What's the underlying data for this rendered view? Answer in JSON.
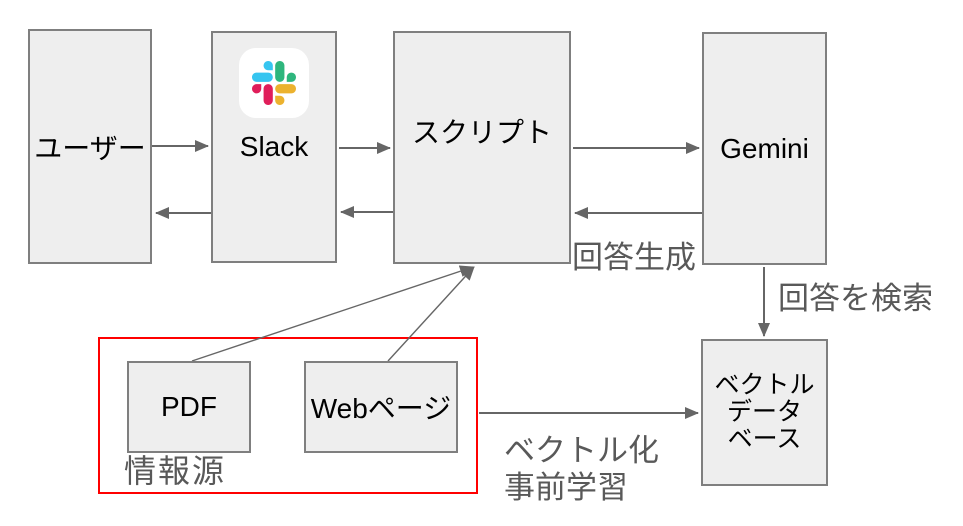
{
  "diagram": {
    "title": "",
    "nodes": {
      "user": {
        "label": "ユーザー"
      },
      "slack": {
        "label": "Slack"
      },
      "script": {
        "label": "スクリプト"
      },
      "gemini": {
        "label": "Gemini"
      },
      "pdf": {
        "label": "PDF"
      },
      "webpage": {
        "label": "Webページ"
      },
      "vector_db": {
        "label_lines": [
          "ベクトル",
          "データ",
          "ベース"
        ]
      }
    },
    "group": {
      "label": "情報源"
    },
    "edge_labels": {
      "answer_generation": "回答生成",
      "search_answer": "回答を検索",
      "vectorize": "ベクトル化",
      "pretrain": "事前学習"
    },
    "edges": [
      {
        "from": "user",
        "to": "slack"
      },
      {
        "from": "slack",
        "to": "user"
      },
      {
        "from": "slack",
        "to": "script"
      },
      {
        "from": "script",
        "to": "slack"
      },
      {
        "from": "script",
        "to": "gemini"
      },
      {
        "from": "gemini",
        "to": "script",
        "label": "回答生成"
      },
      {
        "from": "gemini",
        "to": "vector_db",
        "label": "回答を検索"
      },
      {
        "from": "information_sources",
        "to": "vector_db",
        "label": "ベクトル化 事前学習"
      },
      {
        "from": "pdf",
        "to": "script"
      },
      {
        "from": "webpage",
        "to": "script"
      }
    ],
    "icons": {
      "slack_icon": "slack-logo"
    },
    "colors": {
      "box_fill": "#eeeeee",
      "box_border": "#7f7f7f",
      "arrow": "#666666",
      "label_text": "#595959",
      "box_text": "#000000",
      "group_border": "#ff0000",
      "slack_blue": "#36C5F0",
      "slack_green": "#2EB67D",
      "slack_red": "#E01E5A",
      "slack_yellow": "#ECB22E"
    }
  }
}
